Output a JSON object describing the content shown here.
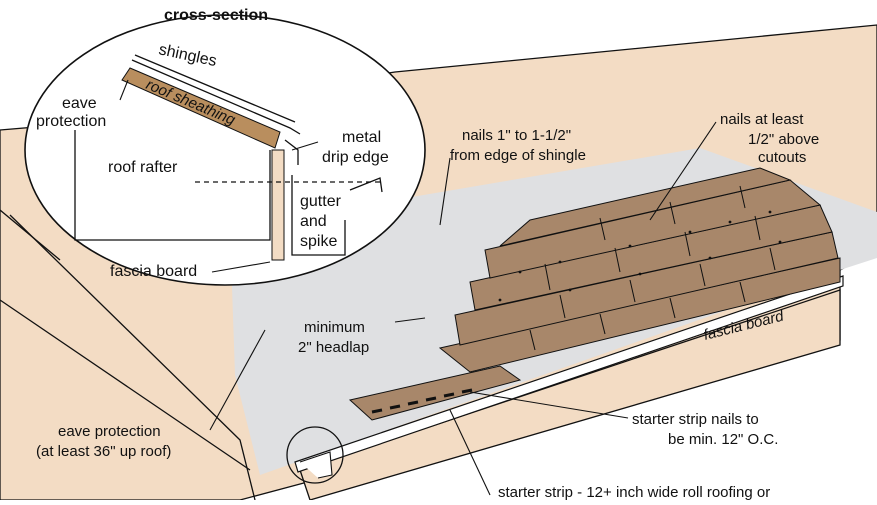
{
  "diagram": {
    "labels": {
      "cross_section": "cross-section",
      "shingles": "shingles",
      "roof_sheathing": "roof sheathing",
      "eave_protection_1": "eave",
      "eave_protection_2": "protection",
      "roof_rafter": "roof rafter",
      "metal_drip_edge_1": "metal",
      "metal_drip_edge_2": "drip edge",
      "gutter_and_spike_1": "gutter",
      "gutter_and_spike_2": "and",
      "gutter_and_spike_3": "spike",
      "fascia_board_inset": "fascia board",
      "nails_edge_1": "nails 1\" to 1-1/2\"",
      "nails_edge_2": "from edge of shingle",
      "nails_cutouts_1": "nails at least",
      "nails_cutouts_2": "1/2\" above",
      "nails_cutouts_3": "cutouts",
      "headlap_1": "minimum",
      "headlap_2": "2\" headlap",
      "fascia_board_main": "fascia board",
      "eave_main_1": "eave protection",
      "eave_main_2": "(at least 36\" up roof)",
      "starter_nails_1": "starter strip nails to",
      "starter_nails_2": "be min. 12\" O.C.",
      "starter_strip": "starter strip - 12+ inch wide roll roofing or"
    },
    "colors": {
      "roof_tan": "#f3dcc4",
      "underlay_gray": "#dfe0e2",
      "shingle_brown": "#a8876a",
      "sheathing_brown": "#b98e5e",
      "ink": "#111111"
    }
  }
}
